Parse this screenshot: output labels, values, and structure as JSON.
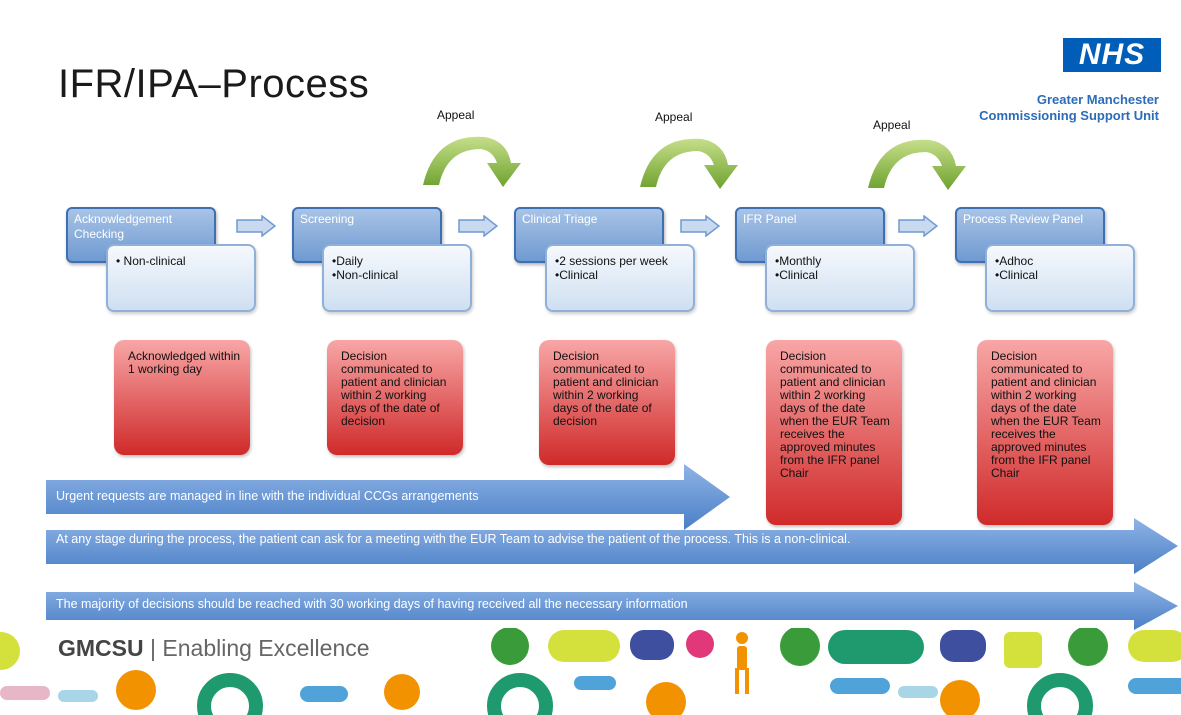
{
  "slide": {
    "title": "IFR/IPA–Process",
    "logo": "NHS",
    "organisation": [
      "Greater Manchester",
      "Commissioning Support Unit"
    ],
    "appeal_label": "Appeal",
    "steps": [
      {
        "label": "Acknowledgement Checking",
        "details": [
          "• Non-clinical"
        ]
      },
      {
        "label": "Screening",
        "details": [
          "•Daily",
          "•Non-clinical"
        ]
      },
      {
        "label": "Clinical Triage",
        "details": [
          "•2 sessions per week",
          "•Clinical"
        ]
      },
      {
        "label": "IFR Panel",
        "details": [
          "•Monthly",
          "•Clinical"
        ]
      },
      {
        "label": "Process Review Panel",
        "details": [
          "•Adhoc",
          "•Clinical"
        ]
      }
    ],
    "decisions": [
      "Acknowledged within 1 working day",
      "Decision communicated to patient and clinician within 2 working days of the date of decision",
      "Decision communicated to patient and clinician within 2 working days of the date of decision",
      "Decision communicated to patient and clinician within 2 working days of the date when the EUR Team receives the approved minutes from the IFR panel Chair",
      "Decision communicated to patient and clinician within 2 working days of the date when the EUR Team receives the approved minutes from the IFR panel Chair"
    ],
    "banners": [
      "Urgent requests are managed in line with the individual CCGs arrangements",
      "At any stage during the process, the patient can ask for a meeting with the EUR Team to advise the patient of the process. This is a non-clinical.",
      "The majority of decisions should be reached with 30 working days of having received all the necessary information"
    ],
    "footer": {
      "brand": "GMCSU",
      "separator": "|",
      "tagline": "Enabling Excellence"
    },
    "colors": {
      "nhs_blue": "#005EB8",
      "step_blue": "#6f9ad1",
      "decision_red": "#d02a2a",
      "appeal_green": "#7fb23a",
      "banner_blue": "#5b8fd0"
    }
  }
}
